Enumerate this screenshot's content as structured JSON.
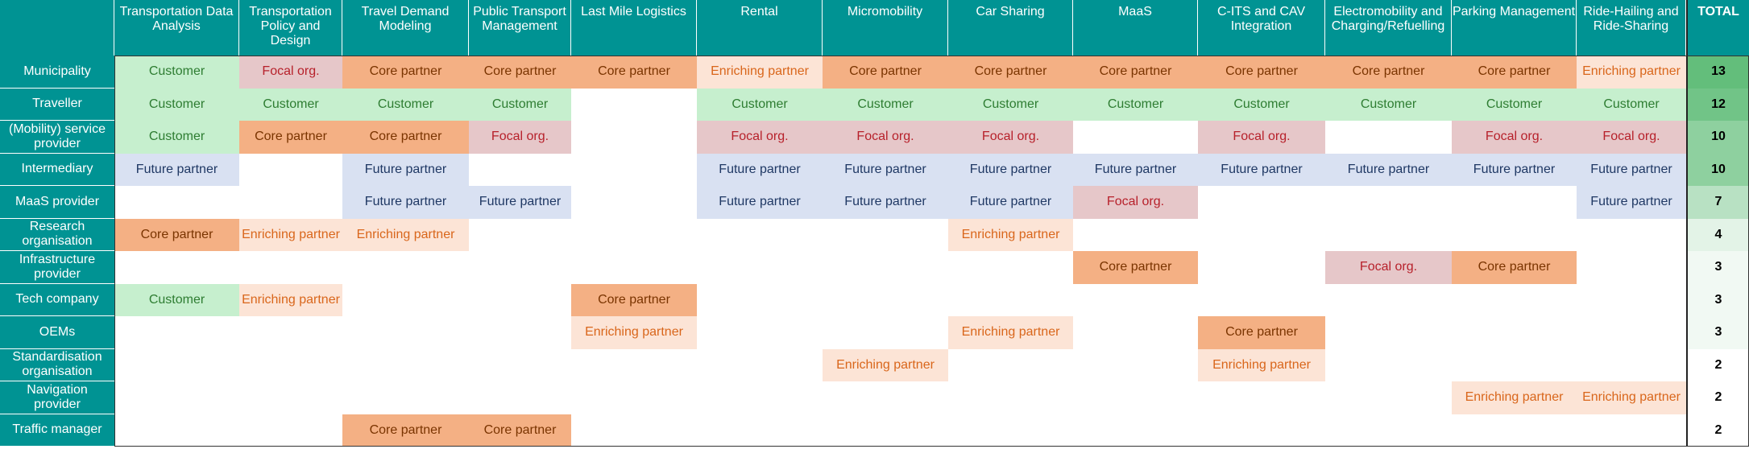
{
  "chart_data": {
    "type": "table",
    "columns": [
      "Transportation Data Analysis",
      "Transportation Policy and Design",
      "Travel Demand Modeling",
      "Public Transport Management",
      "Last Mile Logistics",
      "Rental",
      "Micromobility",
      "Car Sharing",
      "MaaS",
      "C-ITS and CAV Integration",
      "Electromobility and Charging/Refuelling",
      "Parking Management",
      "Ride-Hailing and Ride-Sharing"
    ],
    "total_label": "TOTAL",
    "rows": [
      {
        "label": "Municipality",
        "total": 13,
        "cells": [
          "Customer",
          "Focal org.",
          "Core partner",
          "Core partner",
          "Core partner",
          "Enriching partner",
          "Core partner",
          "Core partner",
          "Core partner",
          "Core partner",
          "Core partner",
          "Core partner",
          "Enriching partner"
        ]
      },
      {
        "label": "Traveller",
        "total": 12,
        "cells": [
          "Customer",
          "Customer",
          "Customer",
          "Customer",
          "",
          "Customer",
          "Customer",
          "Customer",
          "Customer",
          "Customer",
          "Customer",
          "Customer",
          "Customer"
        ]
      },
      {
        "label": "(Mobility) service provider",
        "total": 10,
        "cells": [
          "Customer",
          "Core partner",
          "Core partner",
          "Focal org.",
          "",
          "Focal org.",
          "Focal org.",
          "Focal org.",
          "",
          "Focal org.",
          "",
          "Focal org.",
          "Focal org."
        ]
      },
      {
        "label": "Intermediary",
        "total": 10,
        "cells": [
          "Future partner",
          "",
          "Future partner",
          "",
          "",
          "Future partner",
          "Future partner",
          "Future partner",
          "Future partner",
          "Future partner",
          "Future partner",
          "Future partner",
          "Future partner"
        ]
      },
      {
        "label": "MaaS provider",
        "total": 7,
        "cells": [
          "",
          "",
          "Future partner",
          "Future partner",
          "",
          "Future partner",
          "Future partner",
          "Future partner",
          "Focal org.",
          "",
          "",
          "",
          "Future partner"
        ]
      },
      {
        "label": "Research organisation",
        "total": 4,
        "cells": [
          "Core partner",
          "Enriching partner",
          "Enriching partner",
          "",
          "",
          "",
          "",
          "Enriching partner",
          "",
          "",
          "",
          "",
          ""
        ]
      },
      {
        "label": "Infrastructure provider",
        "total": 3,
        "cells": [
          "",
          "",
          "",
          "",
          "",
          "",
          "",
          "",
          "Core partner",
          "",
          "Focal org.",
          "Core partner",
          ""
        ]
      },
      {
        "label": "Tech company",
        "total": 3,
        "cells": [
          "Customer",
          "Enriching partner",
          "",
          "",
          "Core partner",
          "",
          "",
          "",
          "",
          "",
          "",
          "",
          ""
        ]
      },
      {
        "label": "OEMs",
        "total": 3,
        "cells": [
          "",
          "",
          "",
          "",
          "Enriching partner",
          "",
          "",
          "Enriching partner",
          "",
          "Core partner",
          "",
          "",
          ""
        ]
      },
      {
        "label": "Standardisation organisation",
        "total": 2,
        "cells": [
          "",
          "",
          "",
          "",
          "",
          "",
          "Enriching partner",
          "",
          "",
          "Enriching partner",
          "",
          "",
          ""
        ]
      },
      {
        "label": "Navigation provider",
        "total": 2,
        "cells": [
          "",
          "",
          "",
          "",
          "",
          "",
          "",
          "",
          "",
          "",
          "",
          "Enriching partner",
          "Enriching partner"
        ]
      },
      {
        "label": "Traffic manager",
        "total": 2,
        "cells": [
          "",
          "",
          "Core partner",
          "Core partner",
          "",
          "",
          "",
          "",
          "",
          "",
          "",
          "",
          ""
        ]
      }
    ],
    "role_colors": {
      "Customer": "#c6efce",
      "Focal org.": "#e6c7c9",
      "Core partner": "#f4b084",
      "Enriching partner": "#fce4d6",
      "Future partner": "#d9e1f2"
    },
    "total_color_scale": {
      "min": 2,
      "max": 13,
      "low": "#ffffff",
      "high": "#63be7b"
    }
  }
}
